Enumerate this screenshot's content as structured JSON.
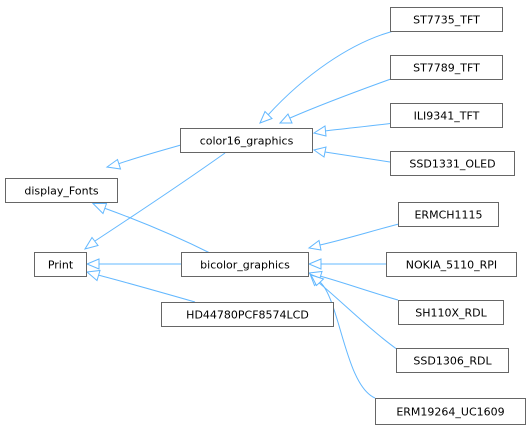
{
  "diagram": {
    "type": "inheritance-graph",
    "colors": {
      "edge": "#63b8ff",
      "node_border": "#666666",
      "node_fill": "#ffffff",
      "text": "#000000"
    },
    "nodes": {
      "st7735": "ST7735_TFT",
      "st7789": "ST7789_TFT",
      "ili9341": "ILI9341_TFT",
      "ssd1331": "SSD1331_OLED",
      "color16": "color16_graphics",
      "display_fonts": "display_Fonts",
      "ermch1115": "ERMCH1115",
      "print": "Print",
      "bicolor": "bicolor_graphics",
      "nokia": "NOKIA_5110_RPI",
      "sh110x": "SH110X_RDL",
      "hd44780": "HD44780PCF8574LCD",
      "ssd1306": "SSD1306_RDL",
      "erm19264": "ERM19264_UC1609"
    },
    "edges": [
      {
        "from": "color16",
        "to": "display_fonts"
      },
      {
        "from": "color16",
        "to": "print"
      },
      {
        "from": "bicolor",
        "to": "display_fonts"
      },
      {
        "from": "bicolor",
        "to": "print"
      },
      {
        "from": "hd44780",
        "to": "print"
      },
      {
        "from": "st7735",
        "to": "color16"
      },
      {
        "from": "st7789",
        "to": "color16"
      },
      {
        "from": "ili9341",
        "to": "color16"
      },
      {
        "from": "ssd1331",
        "to": "color16"
      },
      {
        "from": "ermch1115",
        "to": "bicolor"
      },
      {
        "from": "nokia",
        "to": "bicolor"
      },
      {
        "from": "sh110x",
        "to": "bicolor"
      },
      {
        "from": "ssd1306",
        "to": "bicolor"
      },
      {
        "from": "erm19264",
        "to": "bicolor"
      }
    ]
  }
}
